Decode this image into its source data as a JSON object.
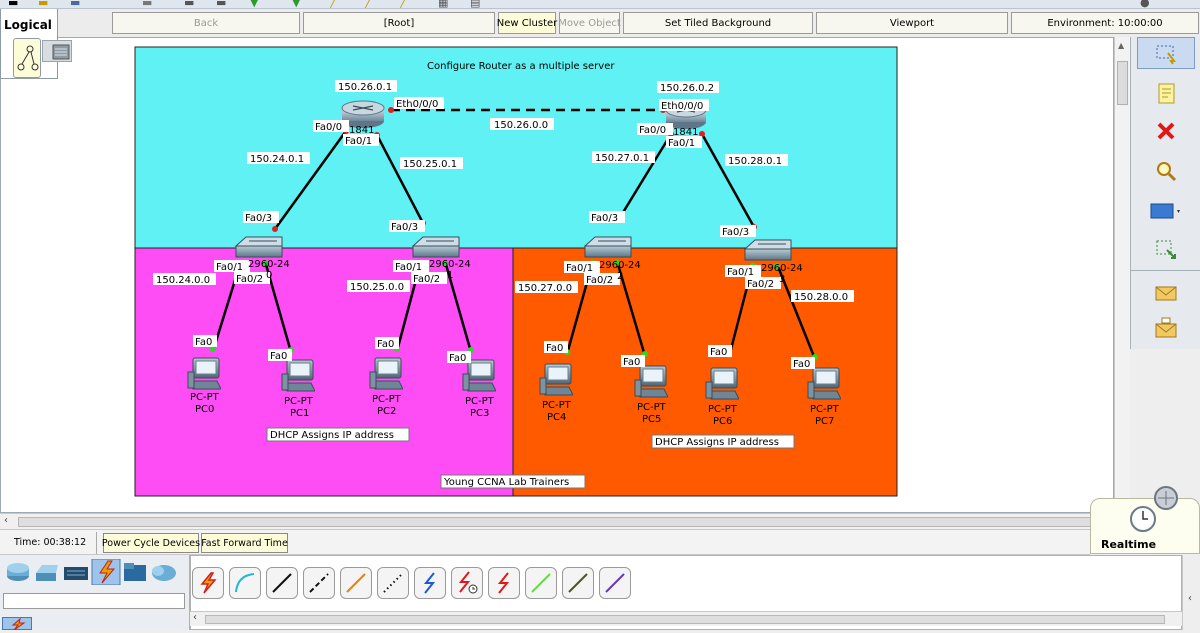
{
  "nav": {
    "logical_label": "Logical",
    "back_label": "Back",
    "root_label": "[Root]",
    "new_cluster_label": "New Cluster",
    "move_object_label": "Move Object",
    "set_tiled_bg_label": "Set Tiled Background",
    "viewport_label": "Viewport",
    "environment_label": "Environment: 10:00:00"
  },
  "diagram": {
    "title_note": "Configure Router as a multiple server",
    "dhcp_note_left": "DHCP Assigns IP address",
    "dhcp_note_right": "DHCP Assigns IP address",
    "trainer_note": "Young CCNA Lab Trainers",
    "colors": {
      "top_zone": "#5ff1f3",
      "left_zone": "#ff4df5",
      "right_zone": "#ff5a00",
      "link": "#000000",
      "port_up": "#22dd22",
      "port_down": "#e02020"
    },
    "routers": [
      {
        "model": "1841",
        "ip": "150.26.0.1",
        "eth": "Eth0/0/0",
        "fa0": "Fa0/0",
        "fa1": "Fa0/1"
      },
      {
        "model": "1841",
        "ip": "150.26.0.2",
        "eth": "Eth0/0/0",
        "fa0": "Fa0/0",
        "fa1": "Fa0/1"
      }
    ],
    "wan_net": "150.26.0.0",
    "router_lan_ips": [
      "150.24.0.1",
      "150.25.0.1",
      "150.27.0.1",
      "150.28.0.1"
    ],
    "switches": [
      {
        "model": "2960-24",
        "suffix": "0",
        "uplink": "Fa0/3",
        "p1": "Fa0/1",
        "p2": "Fa0/2",
        "net": "150.24.0.0"
      },
      {
        "model": "2960-24",
        "suffix": "1",
        "uplink": "Fa0/3",
        "p1": "Fa0/1",
        "p2": "Fa0/2",
        "net": "150.25.0.0"
      },
      {
        "model": "2960-24",
        "suffix": "2",
        "uplink": "Fa0/3",
        "p1": "Fa0/1",
        "p2": "Fa0/2",
        "net": "150.27.0.0"
      },
      {
        "model": "2960-24",
        "suffix": "3",
        "uplink": "Fa0/3",
        "p1": "Fa0/1",
        "p2": "Fa0/2",
        "net": "150.28.0.0"
      }
    ],
    "pcs": [
      {
        "type": "PC-PT",
        "name": "PC0",
        "port": "Fa0"
      },
      {
        "type": "PC-PT",
        "name": "PC1",
        "port": "Fa0"
      },
      {
        "type": "PC-PT",
        "name": "PC2",
        "port": "Fa0"
      },
      {
        "type": "PC-PT",
        "name": "PC3",
        "port": "Fa0"
      },
      {
        "type": "PC-PT",
        "name": "PC4",
        "port": "Fa0"
      },
      {
        "type": "PC-PT",
        "name": "PC5",
        "port": "Fa0"
      },
      {
        "type": "PC-PT",
        "name": "PC6",
        "port": "Fa0"
      },
      {
        "type": "PC-PT",
        "name": "PC7",
        "port": "Fa0"
      }
    ]
  },
  "status": {
    "time_label": "Time: 00:38:12",
    "power_cycle_label": "Power Cycle Devices",
    "fast_forward_label": "Fast Forward Time",
    "realtime_label": "Realtime"
  },
  "palette": {
    "tools": [
      "select-icon",
      "note-icon",
      "delete-icon",
      "inspect-icon",
      "draw-rectangle-icon",
      "resize-icon",
      "simple-pdu-icon",
      "complex-pdu-icon"
    ],
    "device_categories": [
      "routers-icon",
      "switches-icon",
      "hubs-icon",
      "connections-icon",
      "end-devices-icon",
      "wan-emulation-icon"
    ],
    "cables": [
      "automatic-cable-icon",
      "console-cable-icon",
      "copper-straight-icon",
      "copper-cross-icon",
      "fiber-icon",
      "phone-cable-icon",
      "coaxial-icon",
      "serial-dce-icon",
      "serial-dte-icon",
      "octal-cable-icon",
      "iot-custom-cable-icon",
      "usb-cable-icon"
    ]
  }
}
